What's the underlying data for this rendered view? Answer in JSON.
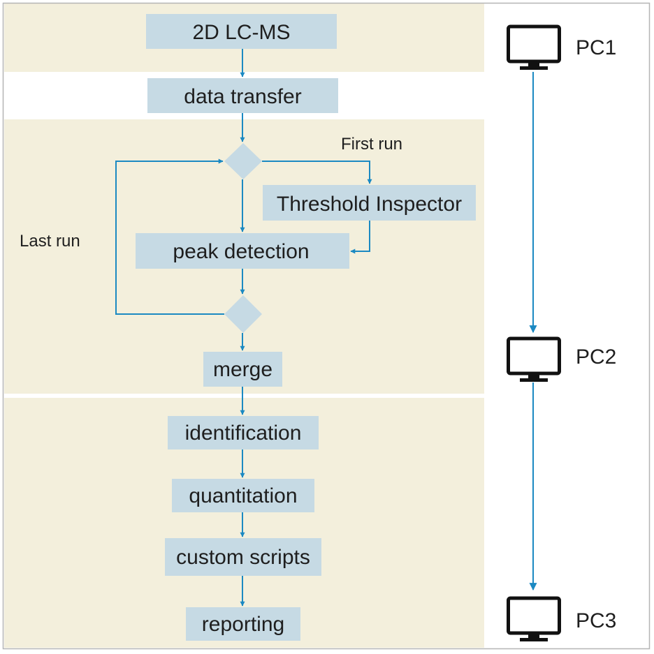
{
  "colors": {
    "band": "#f3efdc",
    "box": "#c6dae4",
    "arrow": "#1b89c2",
    "frame": "#b5b5b5",
    "monitor": "#111111"
  },
  "steps": {
    "lcms": "2D LC-MS",
    "transfer": "data transfer",
    "threshold": "Threshold Inspector",
    "peak": "peak detection",
    "merge": "merge",
    "identification": "identification",
    "quantitation": "quantitation",
    "scripts": "custom scripts",
    "reporting": "reporting"
  },
  "labels": {
    "first_run": "First run",
    "last_run": "Last run"
  },
  "computers": {
    "pc1": "PC1",
    "pc2": "PC2",
    "pc3": "PC3"
  },
  "icons": {
    "computer": "monitor-icon",
    "decision": "diamond"
  }
}
